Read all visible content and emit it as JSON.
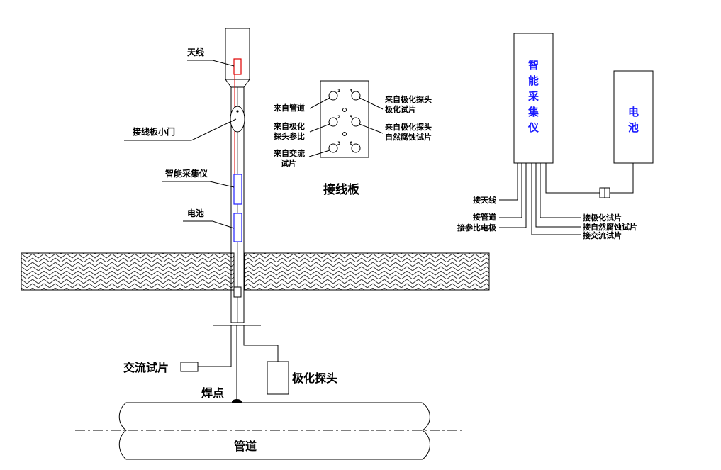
{
  "pole": {
    "antenna": "天线",
    "junction_door": "接线板小门",
    "collector": "智能采集仪",
    "battery": "电池"
  },
  "underground": {
    "ac_coupon": "交流试片",
    "weld_point": "焊点",
    "polarization_probe": "极化探头",
    "pipeline": "管道"
  },
  "junction_board": {
    "title": "接线板",
    "left_labels": [
      "来自管道",
      "来自极化",
      "探头参比",
      "来自交流",
      "试片"
    ],
    "right_labels": [
      "来自极化探头",
      "极化试片",
      "来自极化探头",
      "自然腐蚀试片"
    ],
    "pin_numbers": [
      "1",
      "4",
      "2",
      "5",
      "3",
      "6"
    ]
  },
  "wiring": {
    "collector_chars": [
      "智",
      "能",
      "采",
      "集",
      "仪"
    ],
    "battery_chars": [
      "电",
      "池"
    ],
    "left_connections": [
      "接天线",
      "接管道",
      "接参比电极"
    ],
    "right_connections": [
      "接极化试片",
      "接自然腐蚀试片",
      "接交流试片"
    ],
    "colors": {
      "text_blue": "#1a1aff",
      "wire_red": "#e00000",
      "box_blue": "#2020ff"
    }
  }
}
